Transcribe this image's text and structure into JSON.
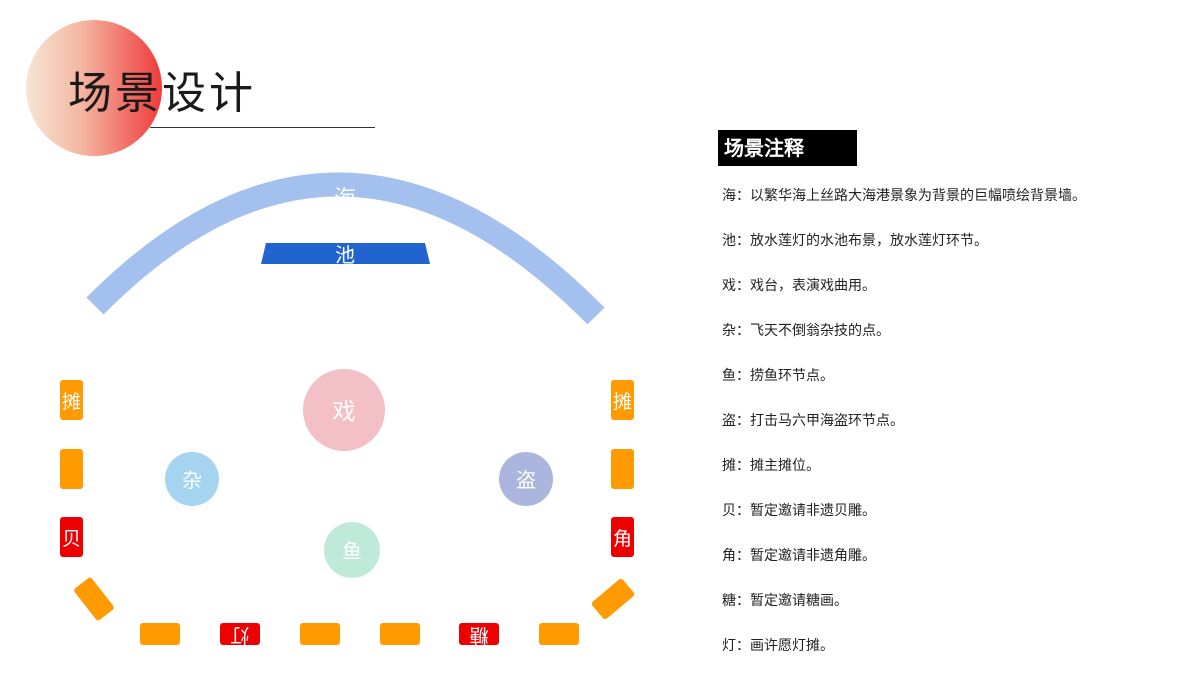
{
  "header": {
    "title": "场景设计"
  },
  "stage": {
    "sea_label": "海",
    "pool_label": "池",
    "zones": {
      "xi": "戏",
      "za": "杂",
      "dao": "盗",
      "yu": "鱼"
    },
    "stalls": {
      "tan_left": "摊",
      "tan_right": "摊",
      "bei": "贝",
      "jiao": "角",
      "deng": "灯",
      "tang": "糖"
    },
    "colors": {
      "arc": "#a4c0ee",
      "pool": "#2164d0",
      "stall": "#ff9a00",
      "stall_red": "#ee0000",
      "xi": "#f4c0c8",
      "za": "#a5d4f0",
      "dao": "#aab6dd",
      "yu": "#bfe9d9"
    }
  },
  "notes": {
    "heading": "场景注释",
    "items": [
      "海：以繁华海上丝路大海港景象为背景的巨幅喷绘背景墙。",
      "池：放水莲灯的水池布景，放水莲灯环节。",
      "戏：戏台，表演戏曲用。",
      "杂：飞天不倒翁杂技的点。",
      "鱼：捞鱼环节点。",
      "盗：打击马六甲海盗环节点。",
      "摊：摊主摊位。",
      "贝：暂定邀请非遗贝雕。",
      "角：暂定邀请非遗角雕。",
      "糖：暂定邀请糖画。",
      "灯：画许愿灯摊。"
    ]
  }
}
